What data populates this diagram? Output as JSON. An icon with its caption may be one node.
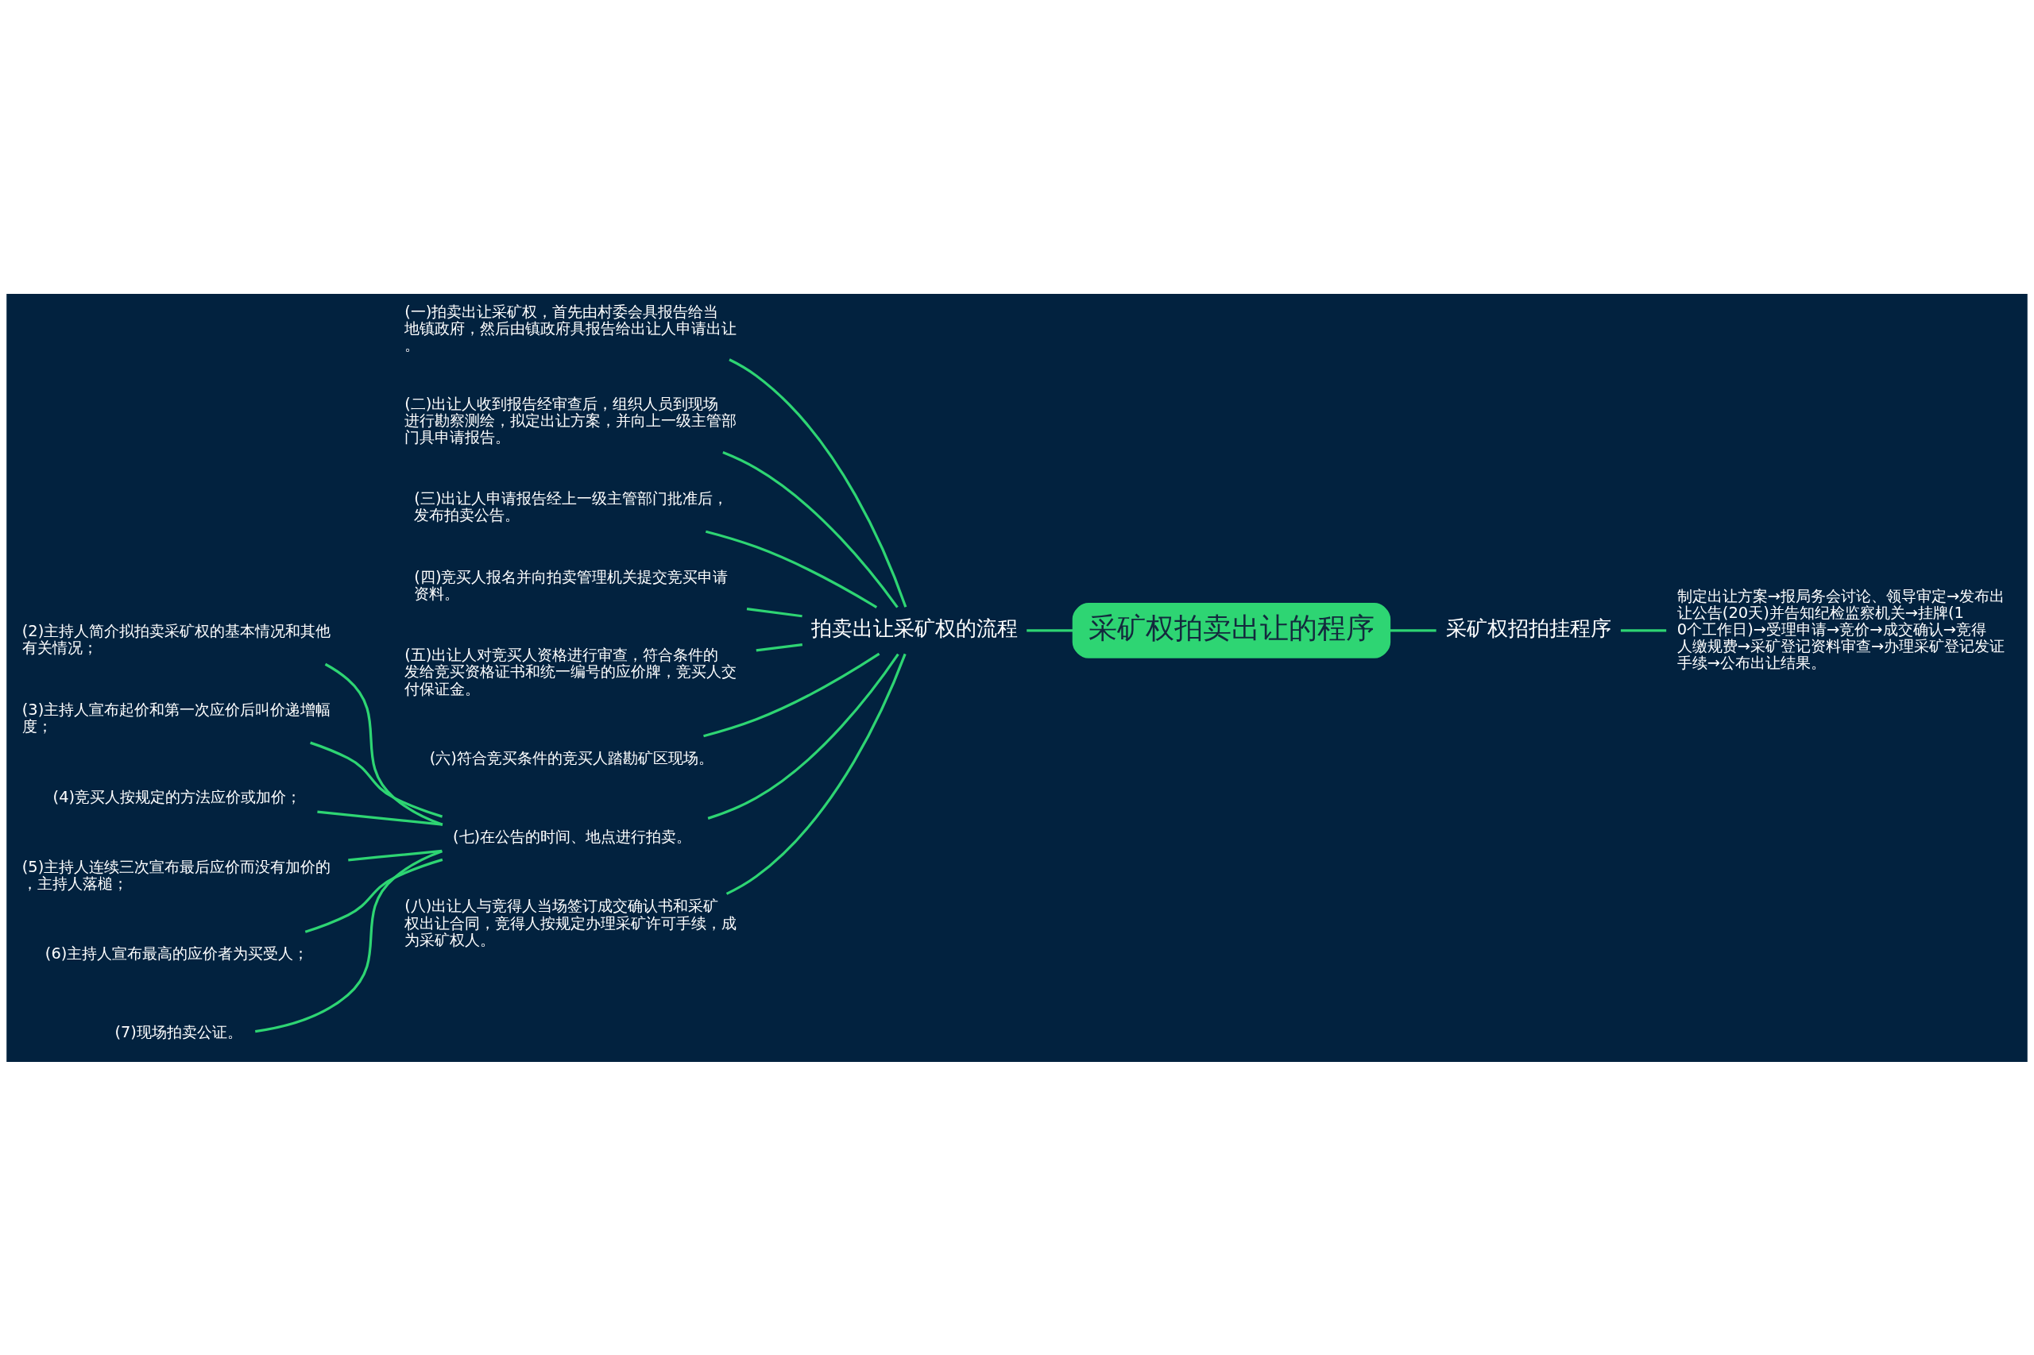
{
  "diagram": {
    "nodes": [
      {
        "text": [
          "采矿权拍卖出让的程序"
        ]
      },
      {
        "text": [
          "拍卖出让采矿权的流程"
        ]
      },
      {
        "text": [
          "(一)拍卖出让采矿权，首先由村委会具报告给当地镇政府，然后由镇政府具报告给出让人申请出让。"
        ]
      },
      {
        "text": [
          "(二)出让人收到报告经审查后，组织人员到现场进行勘察测绘，拟定出让方案，并向上一级主管部门具申请报告。"
        ]
      },
      {
        "text": [
          "(三)出让人申请报告经上一级主管部门批准后，发布拍卖公告。"
        ]
      },
      {
        "text": [
          "(四)竞买人报名并向拍卖管理机关提交竞买申请资料。"
        ]
      },
      {
        "text": [
          "(五)出让人对竞买人资格进行审查，符合条件的发给竞买资格证书和统一编号的应价牌，竞买人交付保证金。"
        ]
      },
      {
        "text": [
          "(六)符合竞买条件的竞买人踏勘矿区现场。"
        ]
      },
      {
        "text": [
          "(七)在公告的时间、地点进行拍卖。"
        ]
      },
      {
        "text": [
          "(2)主持人简介拟拍卖采矿权的基本情况和其他有关情况；"
        ]
      },
      {
        "text": [
          "(3)主持人宣布起价和第一次应价后叫价递增幅度；"
        ]
      },
      {
        "text": [
          "(4)竞买人按规定的方法应价或加价；"
        ]
      },
      {
        "text": [
          "(5)主持人连续三次宣布最后应价而没有加价的，主持人落槌；"
        ]
      },
      {
        "text": [
          "(6)主持人宣布最高的应价者为买受人；"
        ]
      },
      {
        "text": [
          "(7)现场拍卖公证。"
        ]
      },
      {
        "text": [
          "(八)出让人与竞得人当场签订成交确认书和采矿权出让合同，竞得人按规定办理采矿许可手续，成为采矿权人。"
        ]
      },
      {
        "text": [
          "采矿权招拍挂程序"
        ]
      },
      {
        "text": [
          "制定出让方案→报局务会讨论、领导审定→发布出让公告(20天)并告知纪检监察机关→挂牌(10个工作日)→受理申请→竞价→成交确认→竞得人缴规费→采矿登记资料审查→办理采矿登记发证手续→公布出让结果。"
        ]
      }
    ],
    "edges": [
      {
        "from": 1,
        "to": 0,
        "arrow": "none"
      },
      {
        "from": 2,
        "to": 1,
        "arrow": "none"
      },
      {
        "from": 3,
        "to": 1,
        "arrow": "none"
      },
      {
        "from": 4,
        "to": 1,
        "arrow": "none"
      },
      {
        "from": 5,
        "to": 1,
        "arrow": "none"
      },
      {
        "from": 6,
        "to": 1,
        "arrow": "none"
      },
      {
        "from": 7,
        "to": 1,
        "arrow": "none"
      },
      {
        "from": 8,
        "to": 1,
        "arrow": "none"
      },
      {
        "from": 9,
        "to": 8,
        "arrow": "none"
      },
      {
        "from": 10,
        "to": 8,
        "arrow": "none"
      },
      {
        "from": 11,
        "to": 8,
        "arrow": "none"
      },
      {
        "from": 12,
        "to": 8,
        "arrow": "none"
      },
      {
        "from": 13,
        "to": 8,
        "arrow": "none"
      },
      {
        "from": 14,
        "to": 8,
        "arrow": "none"
      },
      {
        "from": 15,
        "to": 1,
        "arrow": "none"
      },
      {
        "from": 0,
        "to": 16,
        "arrow": "none"
      },
      {
        "from": 16,
        "to": 17,
        "arrow": "none"
      }
    ]
  }
}
